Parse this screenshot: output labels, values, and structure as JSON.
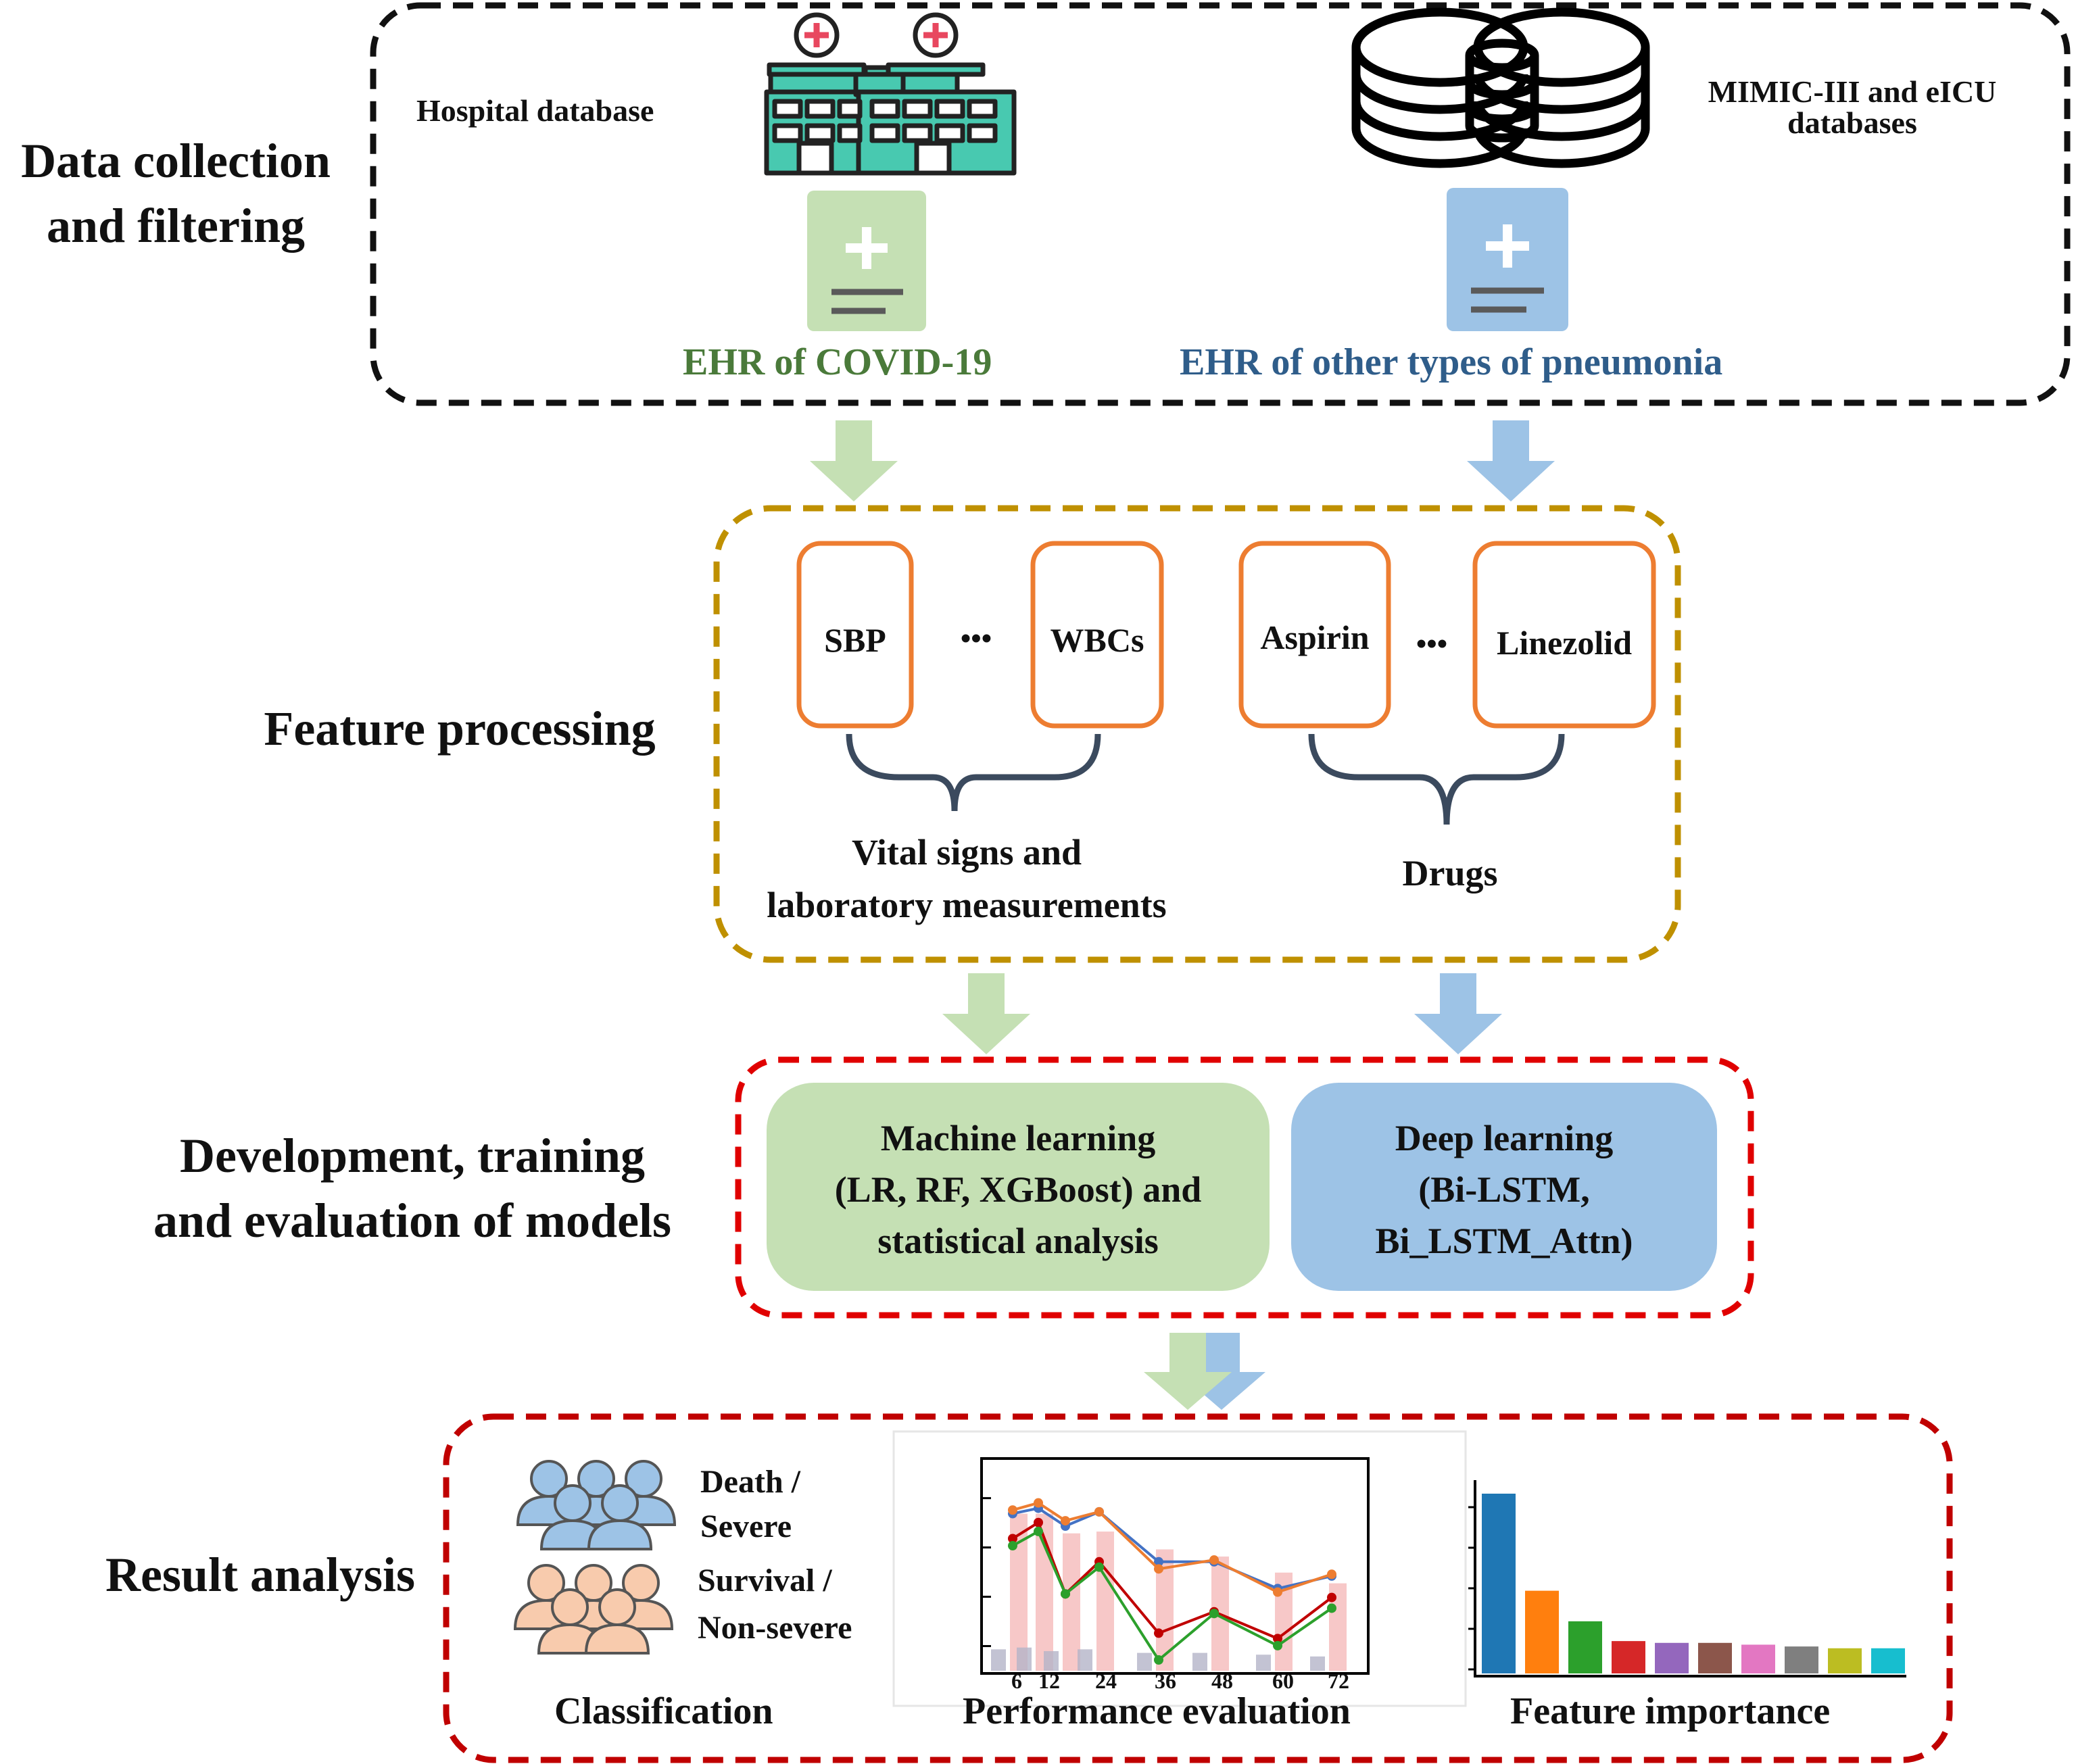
{
  "stages": {
    "data_collection": {
      "title_line1": "Data collection",
      "title_line2": "and filtering"
    },
    "feature_processing": {
      "title": "Feature processing"
    },
    "development": {
      "title_line1": "Development, training",
      "title_line2": "and evaluation of models"
    },
    "result_analysis": {
      "title": "Result analysis"
    }
  },
  "data_sources": {
    "hospital": {
      "label": "Hospital database",
      "ehr_label": "EHR of COVID-19",
      "color": "#4a7a3a"
    },
    "mimic": {
      "label_line1": "MIMIC-III and eICU",
      "label_line2": "databases",
      "ehr_label": "EHR of other types of pneumonia",
      "color": "#2f5d8a"
    }
  },
  "features": {
    "vitals": {
      "item1": "SBP",
      "ellipsis": "•••",
      "item2": "WBCs",
      "group_line1": "Vital signs and",
      "group_line2": "laboratory measurements"
    },
    "drugs": {
      "item1": "Aspirin",
      "ellipsis": "•••",
      "item2": "Linezolid",
      "group": "Drugs"
    }
  },
  "models": {
    "ml": {
      "line1": "Machine learning",
      "line2": "(LR, RF, XGBoost) and",
      "line3": "statistical analysis",
      "color": "#c5e0b4"
    },
    "dl": {
      "line1": "Deep learning",
      "line2": "(Bi-LSTM,",
      "line3": "Bi_LSTM_Attn)",
      "color": "#9dc3e6"
    }
  },
  "results": {
    "classification": {
      "label": "Classification",
      "class1_line1": "Death /",
      "class1_line2": "Severe",
      "class2_line1": "Survival /",
      "class2_line2": "Non-severe",
      "class1_color": "#9dc3e6",
      "class2_color": "#f8cbad"
    },
    "performance": {
      "label": "Performance evaluation"
    },
    "importance": {
      "label": "Feature importance"
    }
  },
  "colors": {
    "green_arrow": "#c5e0b4",
    "blue_arrow": "#9dc3e6",
    "box1_border": "#111111",
    "box2_border": "#bf9000",
    "box3_border": "#e00000",
    "box4_border": "#c00000",
    "chip_border": "#ed7d31"
  },
  "chart_data": [
    {
      "type": "line",
      "title": "",
      "x": [
        6,
        12,
        18,
        24,
        36,
        48,
        60,
        72
      ],
      "x_tick_labels": [
        "6",
        "12",
        "24",
        "36",
        "48",
        "60",
        "72"
      ],
      "series": [
        {
          "values": [
            0.82,
            0.85,
            0.75,
            0.83,
            0.55,
            0.55,
            0.4,
            0.47
          ],
          "color": "#4472c4"
        },
        {
          "values": [
            0.84,
            0.88,
            0.78,
            0.83,
            0.51,
            0.56,
            0.38,
            0.48
          ],
          "color": "#ed7d31"
        },
        {
          "values": [
            0.68,
            0.77,
            0.37,
            0.55,
            0.15,
            0.27,
            0.12,
            0.35
          ],
          "color": "#c00000"
        },
        {
          "values": [
            0.64,
            0.72,
            0.37,
            0.52,
            0.0,
            0.26,
            0.08,
            0.29
          ],
          "color": "#2ca02c"
        }
      ],
      "bars_pink": [
        0.88,
        0.88,
        0.77,
        0.78,
        0.68,
        0.64,
        0.55,
        0.49
      ],
      "bars_gray": [
        0.12,
        0.13,
        0.11,
        0.12,
        0.1,
        0.1,
        0.09,
        0.08
      ],
      "ylim": [
        0,
        1
      ],
      "grid": false
    },
    {
      "type": "bar",
      "title": "",
      "values": [
        1.0,
        0.46,
        0.29,
        0.18,
        0.17,
        0.17,
        0.16,
        0.15,
        0.14,
        0.14
      ],
      "colors": [
        "#1f77b4",
        "#ff7f0e",
        "#2ca02c",
        "#d62728",
        "#9467bd",
        "#8c564b",
        "#e377c2",
        "#7f7f7f",
        "#bcbd22",
        "#17becf"
      ],
      "ylim": [
        0,
        1
      ]
    }
  ]
}
